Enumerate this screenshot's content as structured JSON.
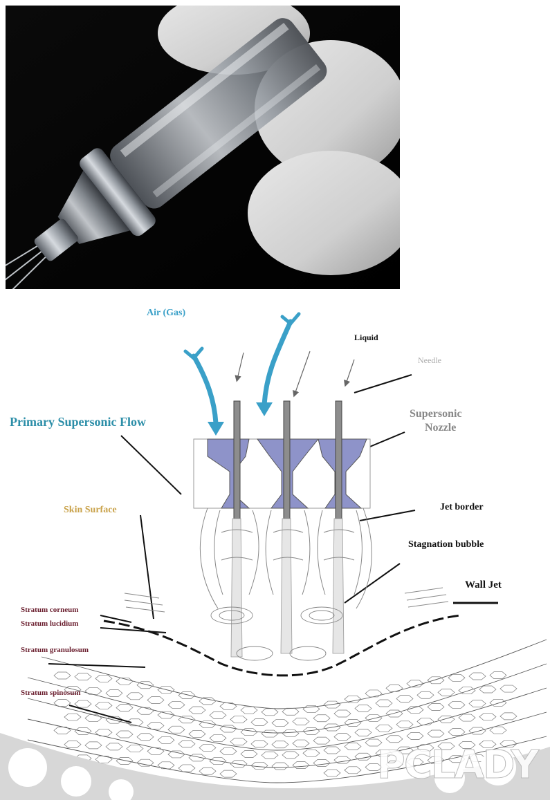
{
  "photo": {
    "subject": "injector-nozzle-photo"
  },
  "diagram": {
    "labels": {
      "air_gas": "Air (Gas)",
      "liquid": "Liquid",
      "needle": "Needle",
      "primary_flow": "Primary Supersonic Flow",
      "supersonic_nozzle_line1": "Supersonic",
      "supersonic_nozzle_line2": "Nozzle",
      "skin_surface": "Skin Surface",
      "jet_border": "Jet border",
      "stagnation_bubble": "Stagnation bubble",
      "wall_jet": "Wall Jet",
      "stratum_corneum": "Stratum corneum",
      "stratum_lucidium": "Stratum lucidium",
      "stratum_granulosum": "Stratum granulosum",
      "stratum_spinosum": "Stratum spinosum"
    },
    "colors": {
      "air_arrow": "#3aa0c8",
      "primary_flow_text": "#2c8ea8",
      "skin_surface_text": "#c9a24a",
      "strata_text": "#6a1e2e",
      "nozzle_fill": "#8e93c9",
      "needle_fill": "#8d8d8d"
    },
    "watermark": "PCLADY"
  }
}
